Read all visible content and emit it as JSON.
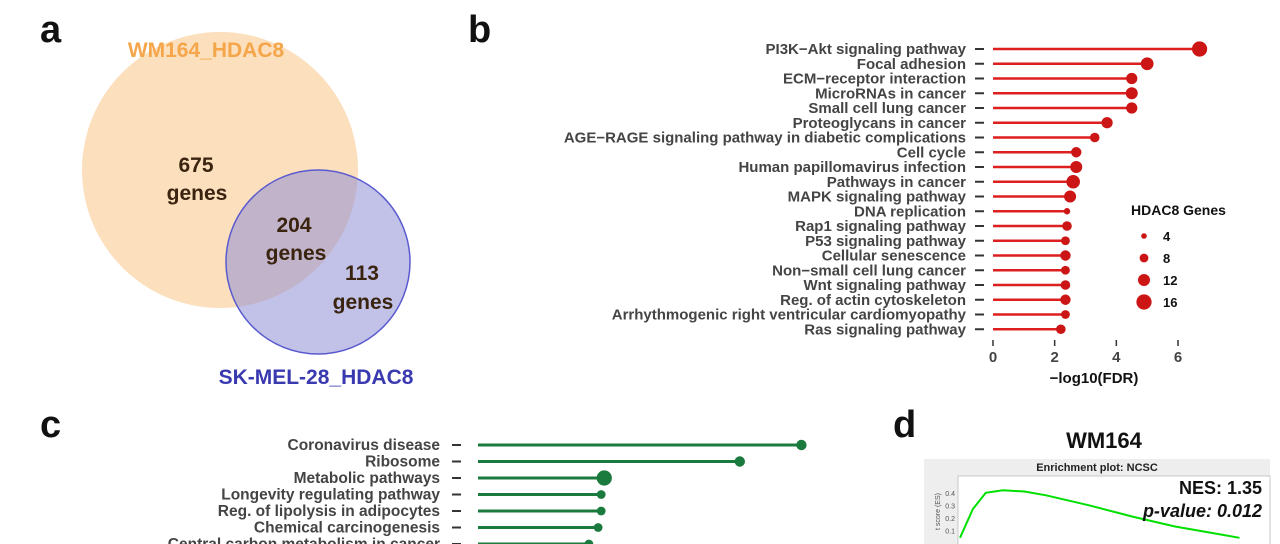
{
  "panels": {
    "a": "a",
    "b": "b",
    "c": "c",
    "d": "d"
  },
  "venn": {
    "set1_label": "WM164_HDAC8",
    "set2_label": "SK-MEL-28_HDAC8",
    "set1_color": "#f5a54a",
    "set2_color": "#3a3ab0",
    "only1": {
      "count": "675",
      "unit": "genes"
    },
    "both": {
      "count": "204",
      "unit": "genes"
    },
    "only2": {
      "count": "113",
      "unit": "genes"
    }
  },
  "chart_data": [
    {
      "type": "lollipop",
      "panel": "b",
      "color": "#dd1f1f",
      "categories": [
        "PI3K−Akt signaling pathway",
        "Focal adhesion",
        "ECM−receptor interaction",
        "MicroRNAs in cancer",
        "Small cell lung cancer",
        "Proteoglycans in cancer",
        "AGE−RAGE signaling pathway in diabetic complications",
        "Cell cycle",
        "Human papillomavirus infection",
        "Pathways in cancer",
        "MAPK signaling pathway",
        "DNA replication",
        "Rap1 signaling pathway",
        "P53 signaling pathway",
        "Cellular senescence",
        "Non−small cell lung cancer",
        "Wnt signaling pathway",
        "Reg. of actin cytoskeleton",
        "Arrhythmogenic right ventricular cardiomyopathy",
        "Ras signaling pathway"
      ],
      "values": [
        6.7,
        5.0,
        4.5,
        4.5,
        4.5,
        3.7,
        3.3,
        2.7,
        2.7,
        2.6,
        2.5,
        2.4,
        2.4,
        2.35,
        2.35,
        2.35,
        2.35,
        2.35,
        2.35,
        2.2
      ],
      "gene_counts": [
        16,
        13,
        11,
        12,
        11,
        11,
        9,
        10,
        12,
        14,
        12,
        5,
        9,
        8,
        10,
        8,
        9,
        10,
        8,
        9
      ],
      "xlabel": "−log10(FDR)",
      "xlim": [
        0,
        7.2
      ],
      "xticks": [
        0,
        2,
        4,
        6
      ],
      "legend": {
        "title": "HDAC8 Genes",
        "sizes": [
          4,
          8,
          12,
          16
        ],
        "placement": "right"
      }
    },
    {
      "type": "lollipop",
      "panel": "c",
      "color": "#1b7a3d",
      "categories": [
        "Coronavirus disease",
        "Ribosome",
        "Metabolic pathways",
        "Longevity regulating pathway",
        "Reg. of lipolysis in adipocytes",
        "Chemical carcinogenesis",
        "Central carbon metabolism in cancer"
      ],
      "values": [
        10.5,
        8.5,
        4.1,
        4.0,
        4.0,
        3.9,
        3.6
      ],
      "gene_counts": [
        10,
        10,
        16,
        8,
        8,
        8,
        8
      ]
    },
    {
      "type": "line",
      "panel": "d",
      "title": "WM164",
      "subtitle": "Enrichment plot: NCSC",
      "ylabel": "t score (ES)",
      "yticks": [
        "0.4",
        "0.3",
        "0.2",
        "0.1"
      ],
      "series": [
        {
          "color": "#00e000",
          "x": [
            0,
            3,
            6,
            10,
            15,
            20,
            25,
            30,
            40,
            50,
            60,
            65
          ],
          "y": [
            0.05,
            0.28,
            0.41,
            0.43,
            0.42,
            0.39,
            0.35,
            0.31,
            0.22,
            0.14,
            0.08,
            0.05
          ]
        }
      ],
      "annotations": {
        "nes": "NES: 1.35",
        "pvalue": "p-value: 0.012"
      }
    }
  ]
}
